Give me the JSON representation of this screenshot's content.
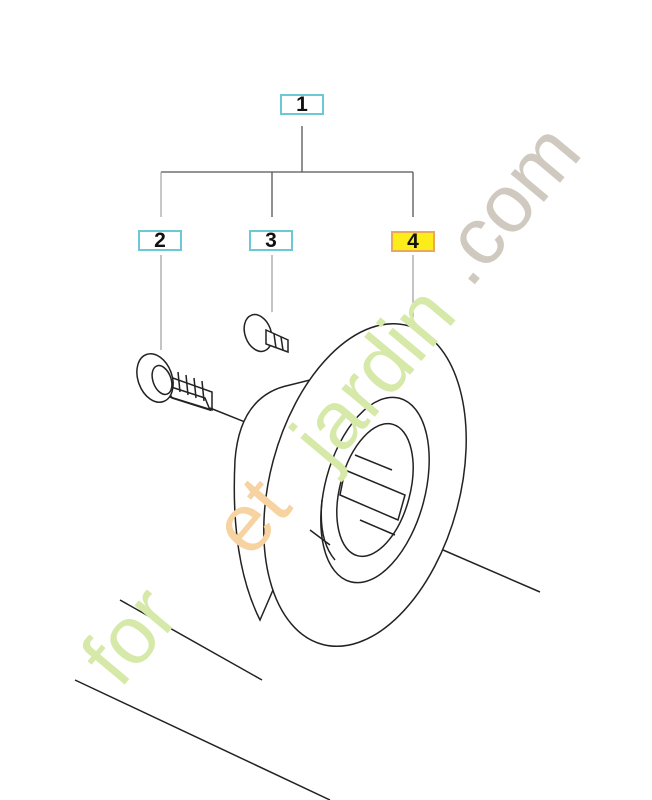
{
  "diagram": {
    "callouts": [
      {
        "label": "1",
        "highlighted": false
      },
      {
        "label": "2",
        "highlighted": false
      },
      {
        "label": "3",
        "highlighted": false
      },
      {
        "label": "4",
        "highlighted": true
      }
    ],
    "colors": {
      "callout_border": "#6cc9d4",
      "highlight_fill": "#fbec1a",
      "highlight_border": "#e9a85a",
      "watermark_green": "#d6e9a8",
      "watermark_orange": "#f6d3a0",
      "watermark_grey": "#cfc9c0"
    }
  },
  "watermark": {
    "text": "foretjardin.com"
  }
}
